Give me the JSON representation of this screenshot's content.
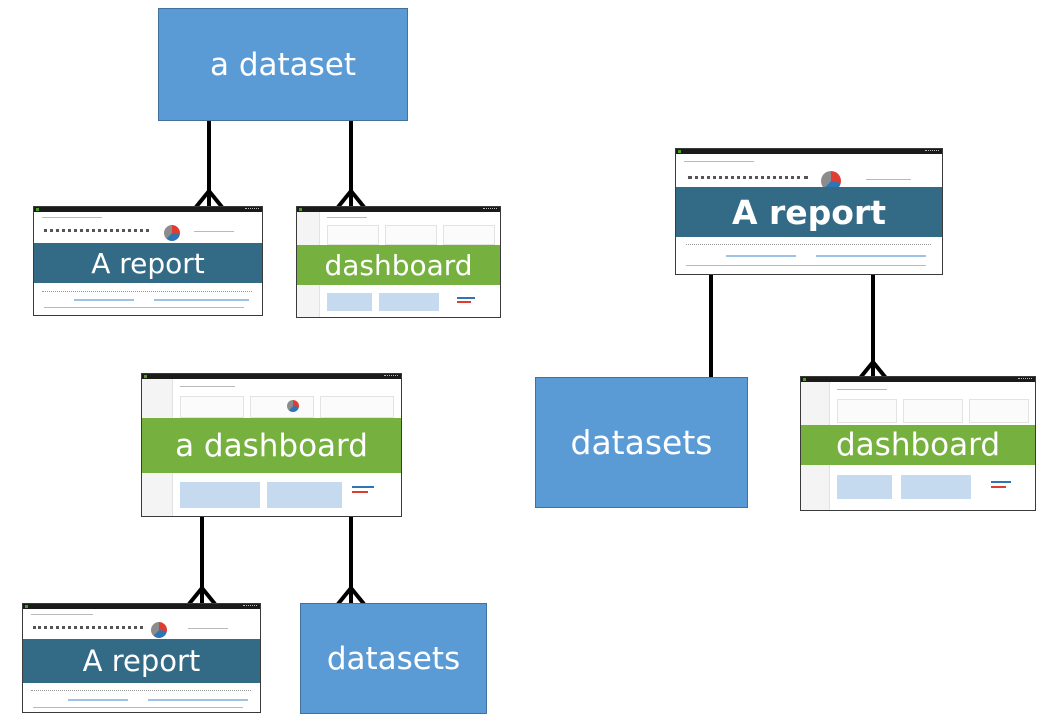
{
  "colors": {
    "dataset_box": "#5b9bd5",
    "report_band": "#336b87",
    "dashboard_band": "#76b13f",
    "connector": "#000000"
  },
  "groups": {
    "top_left": {
      "root": "a dataset",
      "child_report": "A report",
      "child_dashboard": "dashboard"
    },
    "right": {
      "root": "A report",
      "child_datasets": "datasets",
      "child_dashboard": "dashboard"
    },
    "bottom_left": {
      "root": "a dashboard",
      "child_report": "A report",
      "child_datasets": "datasets"
    }
  }
}
